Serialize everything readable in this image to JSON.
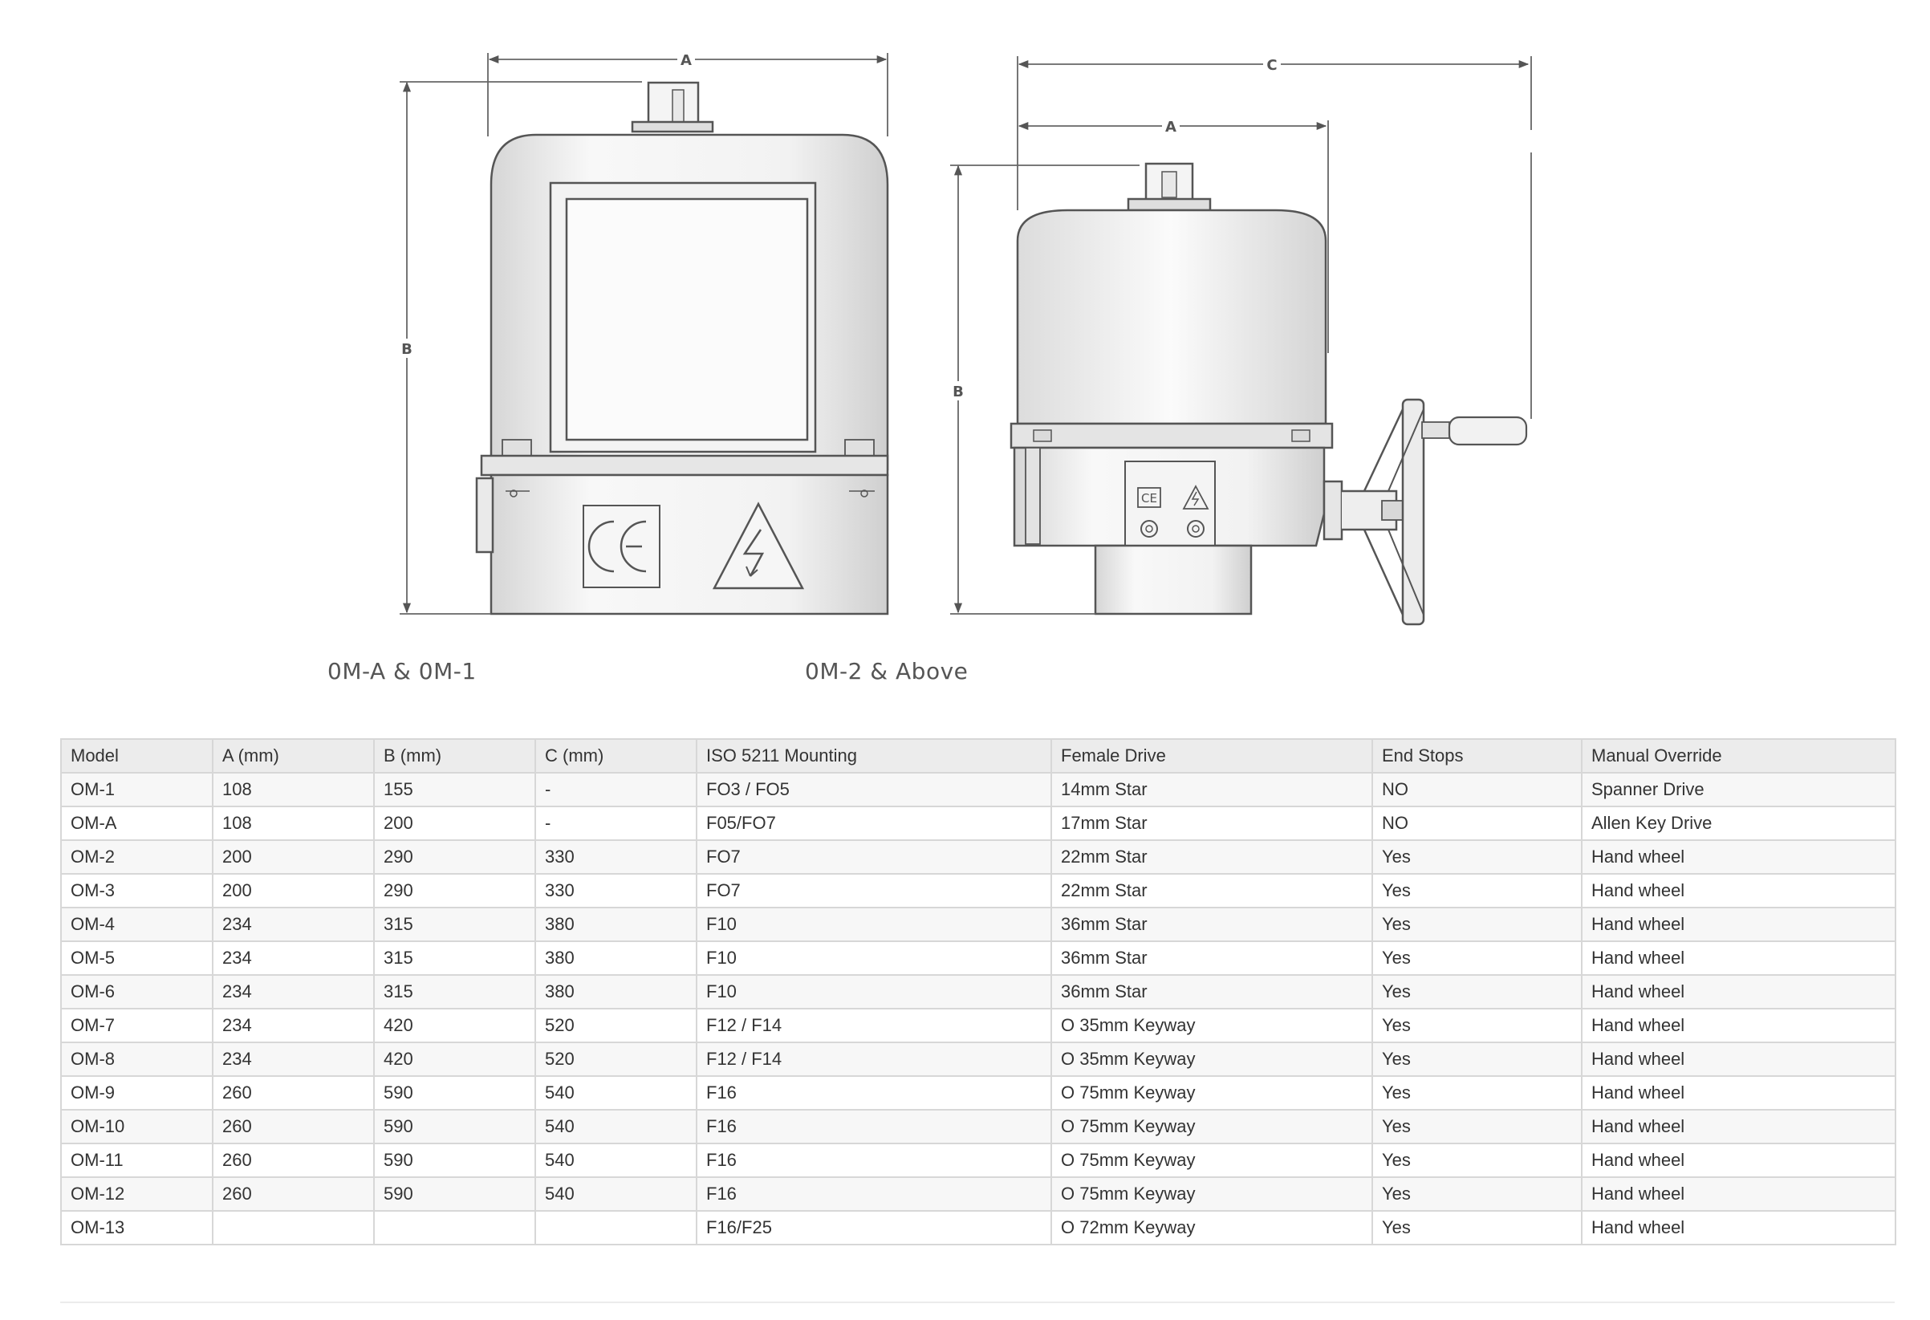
{
  "figure": {
    "captions": [
      "0M-A & 0M-1",
      "0M-2 & Above"
    ],
    "dimension_labels": {
      "a": "A",
      "b": "B",
      "c": "C"
    },
    "colors": {
      "line": "#555555",
      "body_fill": "#eeeeee",
      "body_light": "#fafafa",
      "dim_line": "#666666"
    }
  },
  "table": {
    "headers": [
      "Model",
      "A (mm)",
      "B (mm)",
      "C (mm)",
      "ISO 5211 Mounting",
      "Female Drive",
      "End Stops",
      "Manual Override"
    ],
    "rows": [
      [
        "OM-1",
        "108",
        "155",
        "-",
        "FO3 / FO5",
        "14mm Star",
        "NO",
        "Spanner Drive"
      ],
      [
        "OM-A",
        "108",
        "200",
        "-",
        "F05/FO7",
        "17mm Star",
        "NO",
        "Allen Key Drive"
      ],
      [
        "OM-2",
        "200",
        "290",
        "330",
        "FO7",
        "22mm Star",
        "Yes",
        "Hand wheel"
      ],
      [
        "OM-3",
        "200",
        "290",
        "330",
        "FO7",
        "22mm Star",
        "Yes",
        "Hand wheel"
      ],
      [
        "OM-4",
        "234",
        "315",
        "380",
        "F10",
        "36mm Star",
        "Yes",
        "Hand wheel"
      ],
      [
        "OM-5",
        "234",
        "315",
        "380",
        "F10",
        "36mm Star",
        "Yes",
        "Hand wheel"
      ],
      [
        "OM-6",
        "234",
        "315",
        "380",
        "F10",
        "36mm Star",
        "Yes",
        "Hand wheel"
      ],
      [
        "OM-7",
        "234",
        "420",
        "520",
        "F12 / F14",
        "O 35mm Keyway",
        "Yes",
        "Hand wheel"
      ],
      [
        "OM-8",
        "234",
        "420",
        "520",
        "F12 / F14",
        "O 35mm Keyway",
        "Yes",
        "Hand wheel"
      ],
      [
        "OM-9",
        "260",
        "590",
        "540",
        "F16",
        "O 75mm Keyway",
        "Yes",
        "Hand wheel"
      ],
      [
        "OM-10",
        "260",
        "590",
        "540",
        "F16",
        "O 75mm Keyway",
        "Yes",
        "Hand wheel"
      ],
      [
        "OM-11",
        "260",
        "590",
        "540",
        "F16",
        "O 75mm Keyway",
        "Yes",
        "Hand wheel"
      ],
      [
        "OM-12",
        "260",
        "590",
        "540",
        "F16",
        "O 75mm Keyway",
        "Yes",
        "Hand wheel"
      ],
      [
        "OM-13",
        "",
        "",
        "",
        "F16/F25",
        "O 72mm Keyway",
        "Yes",
        "Hand wheel"
      ]
    ]
  }
}
